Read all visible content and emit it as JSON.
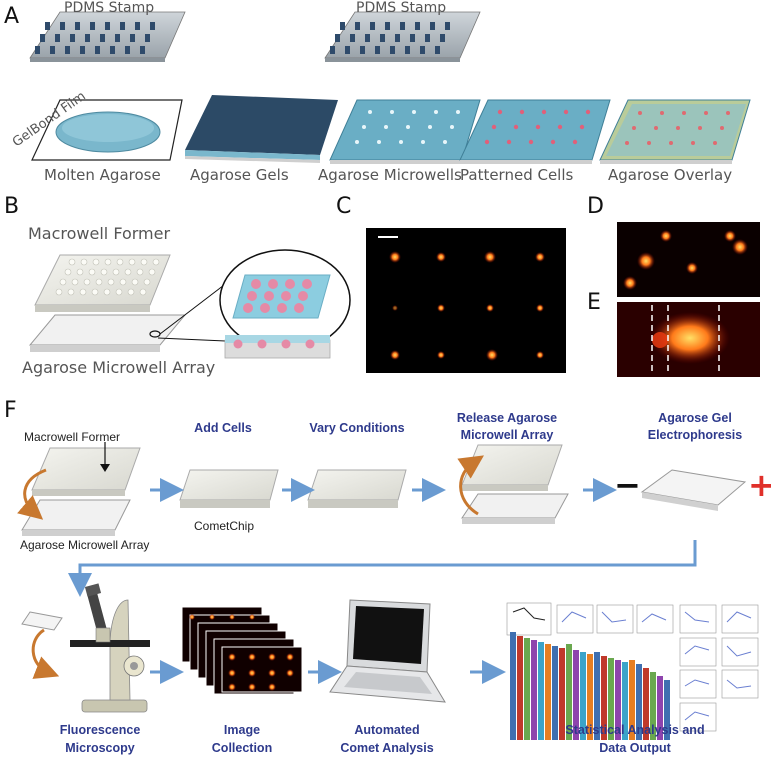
{
  "panels": {
    "a": "A",
    "b": "B",
    "c": "C",
    "d": "D",
    "e": "E",
    "f": "F"
  },
  "panel_a": {
    "stamp_label_1": "PDMS Stamp",
    "stamp_label_2": "PDMS Stamp",
    "film_label": "GelBond Film",
    "steps": [
      "Molten Agarose",
      "Agarose Gels",
      "Agarose Microwells",
      "Patterned Cells",
      "Agarose Overlay"
    ]
  },
  "panel_b": {
    "former_label": "Macrowell Former",
    "array_label": "Agarose Microwell Array"
  },
  "panel_f": {
    "former_label": "Macrowell Former",
    "array_label": "Agarose Microwell Array",
    "cometchip_label": "CometChip",
    "step_add_cells": "Add Cells",
    "step_vary": "Vary Conditions",
    "step_release_1": "Release Agarose",
    "step_release_2": "Microwell Array",
    "step_electro_1": "Agarose Gel",
    "step_electro_2": "Electrophoresis",
    "minus": "−",
    "plus": "+",
    "step_fluor_1": "Fluorescence",
    "step_fluor_2": "Microscopy",
    "step_image_1": "Image",
    "step_image_2": "Collection",
    "step_auto_1": "Automated",
    "step_auto_2": "Comet Analysis",
    "step_stats_1": "Statistical Analysis and",
    "step_stats_2": "Data Output"
  },
  "colors": {
    "step_text": "#2e3a8c",
    "arrow": "#6a9bd1",
    "curved_arrow": "#c8782f",
    "gel_blue": "#7ab7cc",
    "dark_gel": "#2c4a66",
    "plus": "#e0302a",
    "bars": [
      "#3f6fb0",
      "#c0392b",
      "#6aa84f",
      "#8e44ad",
      "#3ba3c9",
      "#e67e22"
    ]
  }
}
